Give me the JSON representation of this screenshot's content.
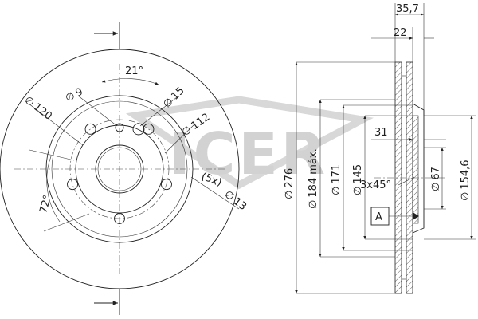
{
  "watermark": {
    "text": "ICER",
    "color": "#d4d4d4"
  },
  "front_view": {
    "angles": {
      "top": "21°",
      "bottom_left": "72°"
    },
    "diameters": {
      "outer_bolt_pitch": "120",
      "hole_small": "9",
      "hole_large": "15",
      "bolt_circle": "112",
      "bolt_holes": "(5x)",
      "bolt_hole_dia": "13"
    },
    "symbol": "∅"
  },
  "side_view": {
    "width_total": "35,7",
    "width_hat": "22",
    "dia_outer": "276",
    "dia_brake_max": "184 máx.",
    "dia_171": "171",
    "dia_145": "145",
    "hat_depth": "31",
    "chamfer": "3x45°",
    "dia_center": "67",
    "dia_hat": "154,6",
    "datum": "A"
  },
  "colors": {
    "line": "#222222",
    "text": "#1f1f1f",
    "hatch": "#555555"
  }
}
